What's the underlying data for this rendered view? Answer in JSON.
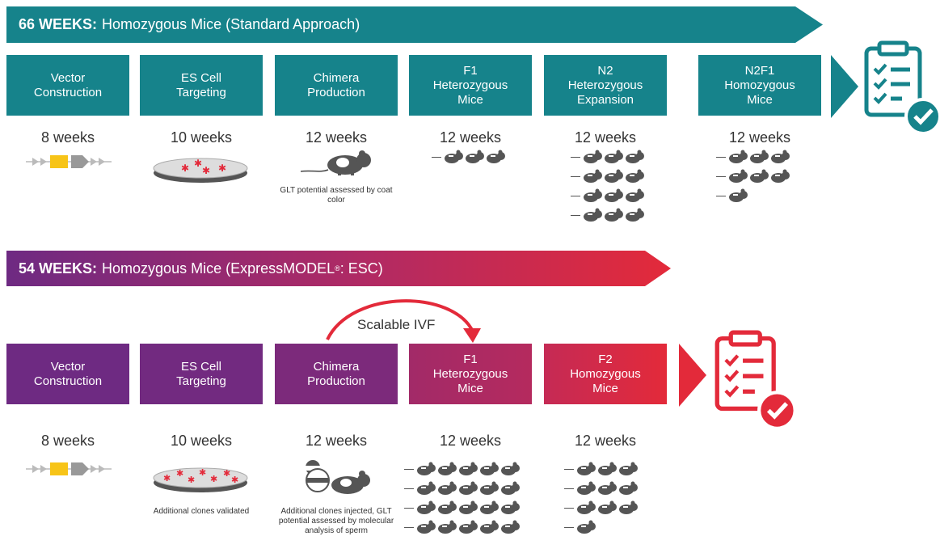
{
  "colors": {
    "teal": "#16838b",
    "purple": "#6e2a82",
    "magenta": "#b22a63",
    "red": "#e32a3a"
  },
  "standard": {
    "banner_bold": "66 WEEKS:",
    "banner_text": "Homozygous Mice (Standard Approach)",
    "steps": [
      {
        "label": "Vector\nConstruction",
        "weeks": "8 weeks"
      },
      {
        "label": "ES Cell\nTargeting",
        "weeks": "10 weeks"
      },
      {
        "label": "Chimera\nProduction",
        "weeks": "12 weeks",
        "note": "GLT potential assessed\nby coat color"
      },
      {
        "label": "F1\nHeterozygous\nMice",
        "weeks": "12 weeks"
      },
      {
        "label": "N2\nHeterozygous\nExpansion",
        "weeks": "12 weeks"
      },
      {
        "label": "N2F1\nHomozygous\nMice",
        "weeks": "12 weeks"
      }
    ],
    "result_icon": "clipboard-check-icon"
  },
  "express": {
    "banner_bold": "54 WEEKS:",
    "banner_text": "Homozygous Mice (ExpressMODEL",
    "banner_reg": "®",
    "banner_tail": ": ESC)",
    "arrow_label": "Scalable IVF",
    "steps": [
      {
        "label": "Vector\nConstruction",
        "weeks": "8 weeks"
      },
      {
        "label": "ES Cell\nTargeting",
        "weeks": "10 weeks",
        "note": "Additional clones\nvalidated"
      },
      {
        "label": "Chimera\nProduction",
        "weeks": "12 weeks",
        "note": "Additional clones\ninjected, GLT potential\nassessed by molecular\nanalysis of sperm"
      },
      {
        "label": "F1\nHeterozygous\nMice",
        "weeks": "12 weeks"
      },
      {
        "label": "F2\nHomozygous\nMice",
        "weeks": "12 weeks"
      }
    ],
    "result_icon": "clipboard-check-icon"
  }
}
